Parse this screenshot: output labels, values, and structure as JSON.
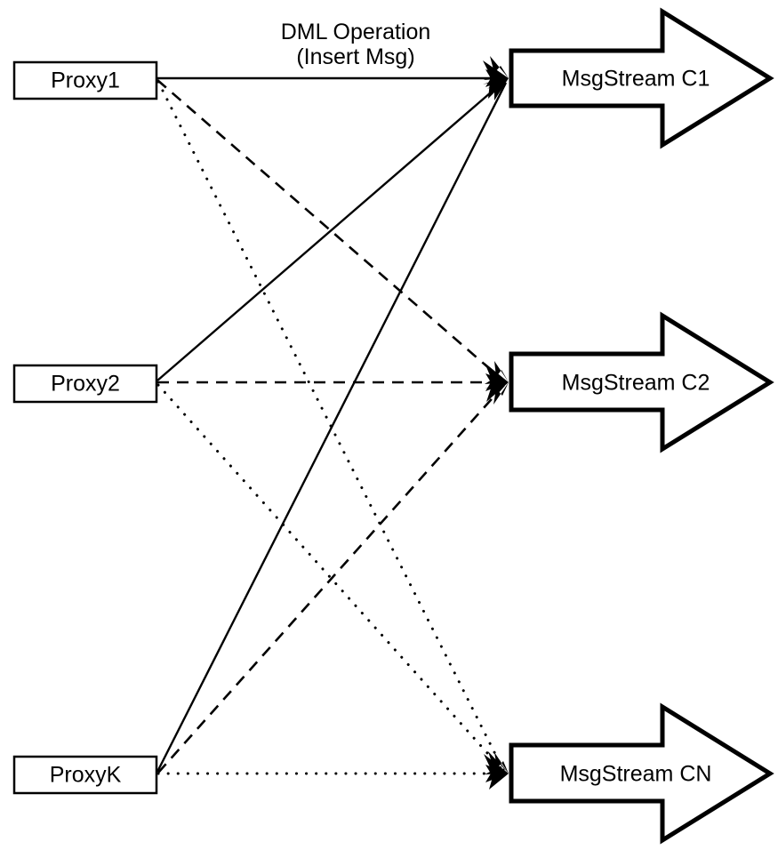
{
  "diagram": {
    "title": "Proxy to MsgStream routing diagram",
    "background_color": "#ffffff",
    "stroke_color": "#000000",
    "edge_label": {
      "line1": "DML Operation",
      "line2": "(Insert Msg)"
    },
    "proxies": [
      {
        "id": "proxy1",
        "label": "Proxy1"
      },
      {
        "id": "proxy2",
        "label": "Proxy2"
      },
      {
        "id": "proxyk",
        "label": "ProxyK"
      }
    ],
    "streams": [
      {
        "id": "c1",
        "label": "MsgStream C1"
      },
      {
        "id": "c2",
        "label": "MsgStream C2"
      },
      {
        "id": "cn",
        "label": "MsgStream CN"
      }
    ],
    "connections": [
      {
        "from": "proxy1",
        "to": "c1",
        "style": "solid"
      },
      {
        "from": "proxy1",
        "to": "c2",
        "style": "dashed"
      },
      {
        "from": "proxy1",
        "to": "cn",
        "style": "dotted"
      },
      {
        "from": "proxy2",
        "to": "c1",
        "style": "solid"
      },
      {
        "from": "proxy2",
        "to": "c2",
        "style": "dashed"
      },
      {
        "from": "proxy2",
        "to": "cn",
        "style": "dotted"
      },
      {
        "from": "proxyk",
        "to": "c1",
        "style": "solid"
      },
      {
        "from": "proxyk",
        "to": "c2",
        "style": "dashed"
      },
      {
        "from": "proxyk",
        "to": "cn",
        "style": "dotted"
      }
    ]
  }
}
